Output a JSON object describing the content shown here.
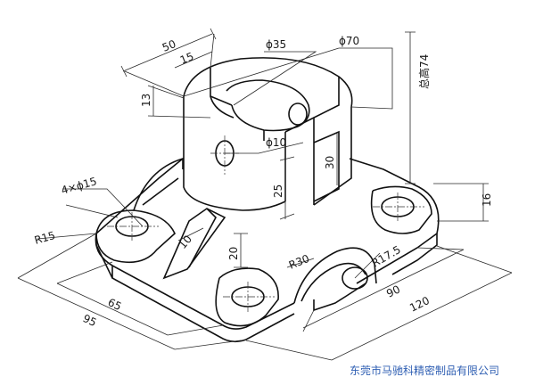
{
  "dimensions": {
    "d50": "50",
    "d15": "15",
    "phi35": "ϕ35",
    "phi70": "ϕ70",
    "total_height": "总高74",
    "d13": "13",
    "phi10": "ϕ10",
    "d30": "30",
    "d25": "25",
    "holes": "4×ϕ15",
    "r15": "R15",
    "d10": "10",
    "d20": "20",
    "r30": "R30",
    "r17_5": "R17.5",
    "d16": "16",
    "d65": "65",
    "d95": "95",
    "d90": "90",
    "d120": "120"
  },
  "watermark": "东莞市马驰科精密制品有限公司"
}
